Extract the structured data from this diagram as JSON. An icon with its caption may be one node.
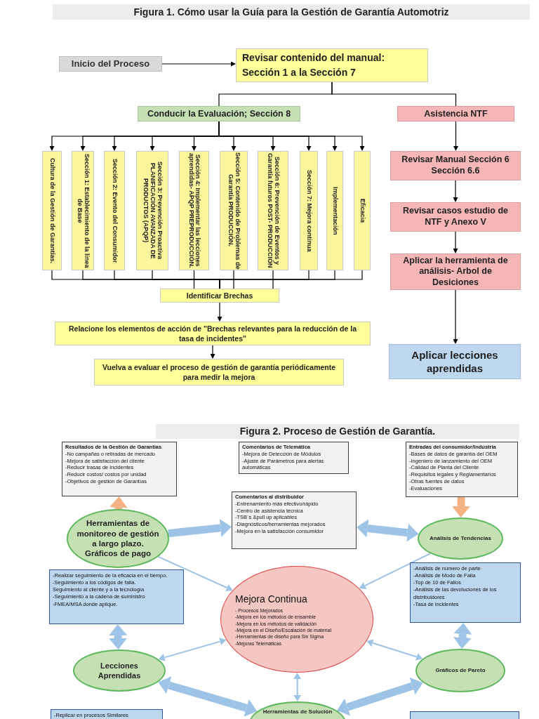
{
  "diagram": {
    "title": "Figura 1. Cómo usar la Guía para la Gestión de Garantía Automotriz",
    "nodes": [
      {
        "text": [
          "Inicio del Proceso"
        ]
      },
      {
        "text": [
          "Revisar contenido del manual: Sección 1 a la Sección 7"
        ]
      },
      {
        "text": [
          "Conducir la Evaluación; Sección 8"
        ]
      },
      {
        "text": [
          "Asistencia NTF"
        ]
      },
      {
        "text": [
          "Cultura de la Gestión de Garantías."
        ]
      },
      {
        "text": [
          "Sección 1: Establecimiento de la linea de Base"
        ]
      },
      {
        "text": [
          "Sección 2: Evento del Consumidor"
        ]
      },
      {
        "text": [
          "Sección 3: Prevención Proactiva PLANIFICACIÓN AVANZADA DE PRODUCTOS (APQP)"
        ]
      },
      {
        "text": [
          "Sección 4: Implementar las lecciones aprendidas- APQP PREPRODUCCIÓN."
        ]
      },
      {
        "text": [
          "Sección 5: Contenido de Problemas de Garantía PRODUCCIÓN."
        ]
      },
      {
        "text": [
          "Sección 6: Prevención de Eventos y Garantía futuros POST- PRODUCCIÓN"
        ]
      },
      {
        "text": [
          "Sección 7: Mejora continua"
        ]
      },
      {
        "text": [
          "Implementación"
        ]
      },
      {
        "text": [
          "Eficacia"
        ]
      },
      {
        "text": [
          "Identificar Brechas"
        ]
      },
      {
        "text": [
          "Relacione los elementos de acción de \"Brechas relevantes para la reducción de la tasa de incidentes\""
        ]
      },
      {
        "text": [
          "Vuelva a evaluar el proceso de gestión de garantía periódicamente para medir la mejora"
        ]
      },
      {
        "text": [
          "Revisar Manual Sección 6 Sección 6.6"
        ]
      },
      {
        "text": [
          "Revisar casos estudio de NTF y Anexo V"
        ]
      },
      {
        "text": [
          "Aplicar la herramienta de análisis- Arbol de Desiciones"
        ]
      },
      {
        "text": [
          "Aplicar lecciones aprendidas"
        ]
      },
      {
        "text": [
          "Resultados de la Gestión de Garantías",
          "-No campañas o retiradas de mercado",
          "-Mejora de satisfacción del cliente",
          "-Reducir trasas de incidentes",
          "-Reducir costos/ costos por unidad",
          "-Objetivos de gestión de Garantías"
        ]
      },
      {
        "text": [
          "Comentarios de Telemática",
          "-Mejora de Detección de Módulos",
          "-Ajuste de Parámetros para alertas automáticas"
        ]
      },
      {
        "text": [
          "Entradas del consumidor/Industria",
          "-Bases de datos de garantía del OEM",
          "-Ingeniero de lanzamiento del OEM",
          "-Calidad de Planta del Cliente",
          "-Requisitos legales y Reglamentarios",
          "-Otras fuentes de datos",
          "-Evaluaciones"
        ]
      },
      {
        "text": [
          "Comentarios al distribuidor",
          "-Entrenamiento más efectivo/rápido",
          "-Centro de asistencia técnica",
          "-TSB´s &pull up aplicables",
          "-Diagnósticos/herramientas mejorados",
          "-Mejora en la satisfacción consumidor"
        ]
      },
      {
        "text": [
          "Herramientas de monitoreo de gestión a largo plazo. Gráficos de pago"
        ]
      },
      {
        "text": [
          "Análisis de Tendencias"
        ]
      },
      {
        "text": [
          "-Realizar seguimiento de la eficacia en el tiempo.",
          "-Seguimiento a los códigos de falla.",
          "Seguimiento al cliente y a la tecnología",
          "-Seguimiento a la cadena de suministro",
          "-FMEA/MSA donde aplique."
        ]
      },
      {
        "text": [
          "Mejora Continua",
          "- Procesos Mejorados",
          "-Mejora en los métodos de ensamble",
          "-Mejora en los métodos de validación",
          "-Mejora en el Diseño/Escalación de material",
          "-Herramientas de diseño para Six Sigma",
          "-Mejoras Telemáticas"
        ]
      },
      {
        "text": [
          "-Análisis de número de parte",
          "-Análisis de Modo de Falla",
          "-Top de 10 de Fallos",
          "-Análisis de las devoluciones de los distribuidores",
          "-Tasa de incidentes"
        ]
      },
      {
        "text": [
          "Lecciones Aprendidas"
        ]
      },
      {
        "text": [
          "Gráficos de Pareto"
        ]
      },
      {
        "text": [
          "Herramientas de Solución"
        ]
      },
      {
        "text": [
          "-Replicar en procesos Similares"
        ]
      },
      {
        "text": [],
        "shape": "box"
      }
    ],
    "edges": [
      {
        "from": 0,
        "to": 1,
        "arrow": "to"
      },
      {
        "from": 1,
        "to": 2,
        "arrow": "none"
      },
      {
        "from": 1,
        "to": 3,
        "arrow": "none"
      },
      {
        "from": 2,
        "to": 4,
        "arrow": "to"
      },
      {
        "from": 2,
        "to": 5,
        "arrow": "to"
      },
      {
        "from": 2,
        "to": 6,
        "arrow": "to"
      },
      {
        "from": 2,
        "to": 7,
        "arrow": "to"
      },
      {
        "from": 2,
        "to": 8,
        "arrow": "to"
      },
      {
        "from": 2,
        "to": 9,
        "arrow": "to"
      },
      {
        "from": 2,
        "to": 10,
        "arrow": "to"
      },
      {
        "from": 2,
        "to": 11,
        "arrow": "to"
      },
      {
        "from": 2,
        "to": 12,
        "arrow": "to"
      },
      {
        "from": 2,
        "to": 13,
        "arrow": "to"
      },
      {
        "from": 4,
        "to": 14,
        "arrow": "none"
      },
      {
        "from": 5,
        "to": 14,
        "arrow": "none"
      },
      {
        "from": 6,
        "to": 14,
        "arrow": "none"
      },
      {
        "from": 7,
        "to": 14,
        "arrow": "none"
      },
      {
        "from": 8,
        "to": 14,
        "arrow": "none"
      },
      {
        "from": 9,
        "to": 14,
        "arrow": "none"
      },
      {
        "from": 10,
        "to": 14,
        "arrow": "none"
      },
      {
        "from": 11,
        "to": 14,
        "arrow": "none"
      },
      {
        "from": 12,
        "to": 14,
        "arrow": "none"
      },
      {
        "from": 13,
        "to": 14,
        "arrow": "none"
      },
      {
        "from": 14,
        "to": 15,
        "arrow": "to"
      },
      {
        "from": 15,
        "to": 16,
        "arrow": "to"
      },
      {
        "from": 3,
        "to": 17,
        "arrow": "to"
      },
      {
        "from": 17,
        "to": 18,
        "arrow": "to"
      },
      {
        "from": 18,
        "to": 19,
        "arrow": "to"
      },
      {
        "from": 19,
        "to": 20,
        "arrow": "to"
      },
      {
        "from": 25,
        "to": 21,
        "arrow": "to",
        "style": "thick",
        "color": "#f4b183"
      },
      {
        "from": 23,
        "to": 26,
        "arrow": "to",
        "style": "thick",
        "color": "#f4b183"
      },
      {
        "from": 25,
        "to": 24,
        "arrow": "to",
        "style": "thick",
        "color": "#9dc3e6"
      },
      {
        "from": 24,
        "to": 26,
        "arrow": "both",
        "style": "thick",
        "color": "#9dc3e6"
      },
      {
        "from": 25,
        "to": 28,
        "arrow": "to",
        "color": "#9dc3e6"
      },
      {
        "from": 26,
        "to": 28,
        "arrow": "to",
        "color": "#9dc3e6"
      },
      {
        "from": 27,
        "to": 30,
        "arrow": "both",
        "style": "thick",
        "color": "#9dc3e6"
      },
      {
        "from": 29,
        "to": 31,
        "arrow": "both",
        "style": "thick",
        "color": "#9dc3e6"
      },
      {
        "from": 28,
        "to": 30,
        "arrow": "both",
        "color": "#9dc3e6"
      },
      {
        "from": 28,
        "to": 31,
        "arrow": "both",
        "color": "#9dc3e6"
      },
      {
        "from": 28,
        "to": 32,
        "arrow": "both",
        "color": "#9dc3e6"
      },
      {
        "from": 30,
        "to": 32,
        "arrow": "both",
        "style": "thick",
        "color": "#9dc3e6"
      },
      {
        "from": 31,
        "to": 32,
        "arrow": "both",
        "style": "thick",
        "color": "#9dc3e6"
      }
    ],
    "labels": [
      "Figura 2. Proceso de Gestión de Garantía."
    ]
  }
}
